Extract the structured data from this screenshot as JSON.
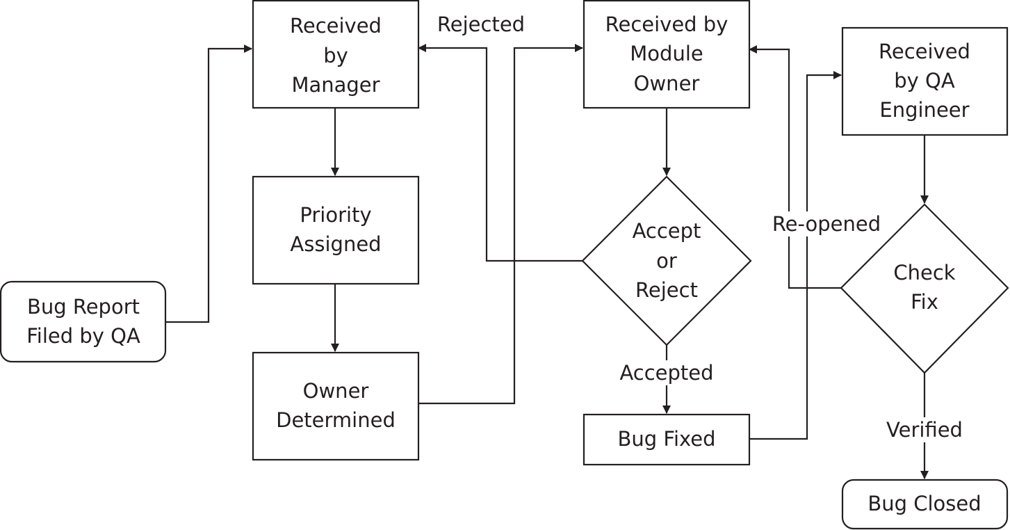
{
  "nodes": {
    "bug_report": {
      "lines": [
        "Bug Report",
        "Filed by QA"
      ]
    },
    "received_manager": {
      "lines": [
        "Received",
        "by",
        "Manager"
      ]
    },
    "priority_assigned": {
      "lines": [
        "Priority",
        "Assigned"
      ]
    },
    "owner_determined": {
      "lines": [
        "Owner",
        "Determined"
      ]
    },
    "received_module_owner": {
      "lines": [
        "Received by",
        "Module",
        "Owner"
      ]
    },
    "accept_or_reject": {
      "lines": [
        "Accept",
        "or",
        "Reject"
      ]
    },
    "bug_fixed": {
      "lines": [
        "Bug Fixed"
      ]
    },
    "received_qa_engineer": {
      "lines": [
        "Received",
        "by QA",
        "Engineer"
      ]
    },
    "check_fix": {
      "lines": [
        "Check",
        "Fix"
      ]
    },
    "bug_closed": {
      "lines": [
        "Bug Closed"
      ]
    }
  },
  "edge_labels": {
    "rejected": "Rejected",
    "accepted": "Accepted",
    "reopened": "Re-opened",
    "verified": "Verified"
  }
}
